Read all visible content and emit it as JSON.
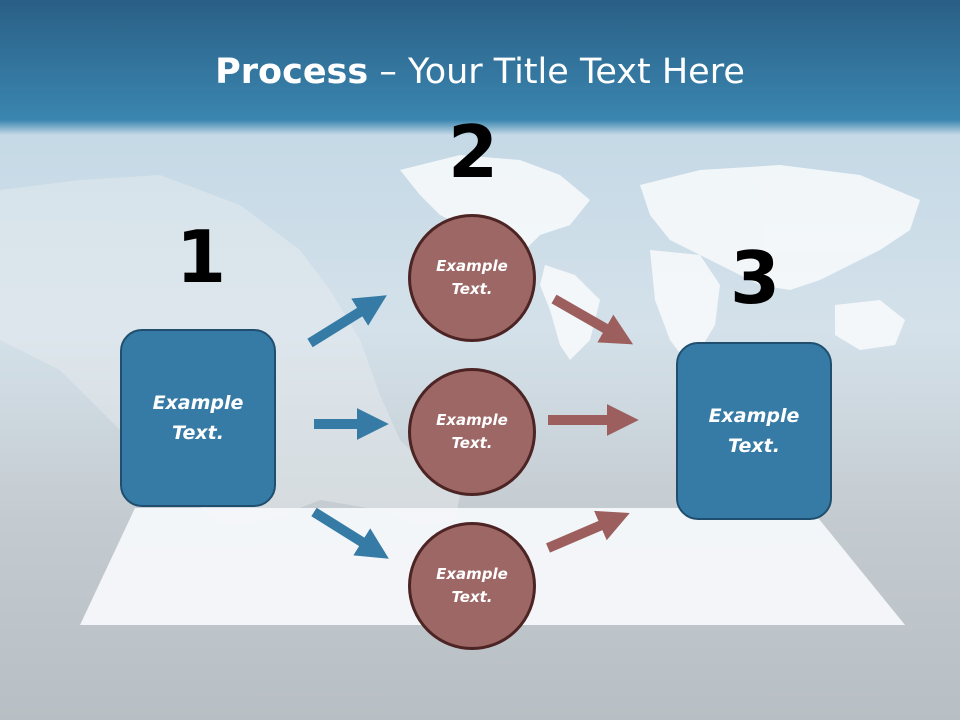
{
  "title": {
    "bold": "Process",
    "rest": " – Your Title Text Here"
  },
  "steps": {
    "one": "1",
    "two": "2",
    "three": "3"
  },
  "box_left": "Example\nText.",
  "box_right": "Example\nText.",
  "circles": [
    "Example\nText.",
    "Example\nText.",
    "Example\nText."
  ],
  "colors": {
    "box": "#367ba6",
    "circle": "#9c6765",
    "arrow_blue": "#367ba6",
    "arrow_red": "#9c5f5d"
  }
}
